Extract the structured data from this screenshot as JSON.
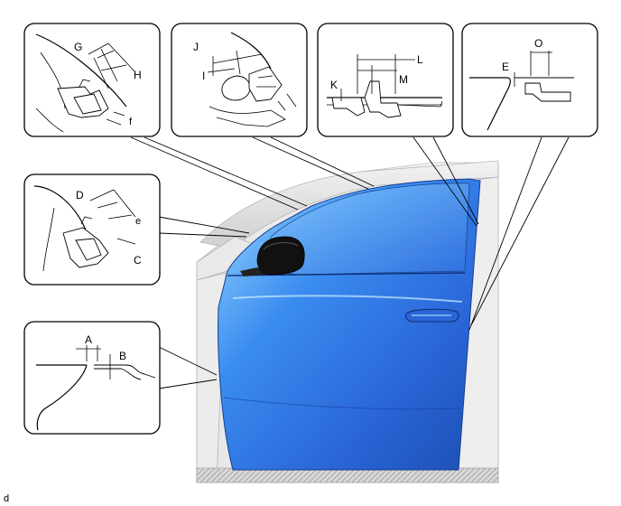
{
  "figure_code": "d",
  "callouts": {
    "top_left": {
      "labels": [
        "G",
        "H",
        "f"
      ]
    },
    "top_middle": {
      "labels": [
        "J",
        "I"
      ]
    },
    "top_right_a": {
      "labels": [
        "L",
        "M",
        "K"
      ]
    },
    "top_right_b": {
      "labels": [
        "O",
        "E"
      ]
    },
    "middle_left": {
      "labels": [
        "D",
        "e",
        "C"
      ]
    },
    "bottom_left": {
      "labels": [
        "A",
        "B"
      ]
    }
  },
  "colors": {
    "door_blue": "#3a78e6",
    "door_light": "#8fd0ff",
    "door_dark": "#1c4fb3",
    "body_grey": "#d9d9d9",
    "body_light": "#f2f2f2"
  }
}
